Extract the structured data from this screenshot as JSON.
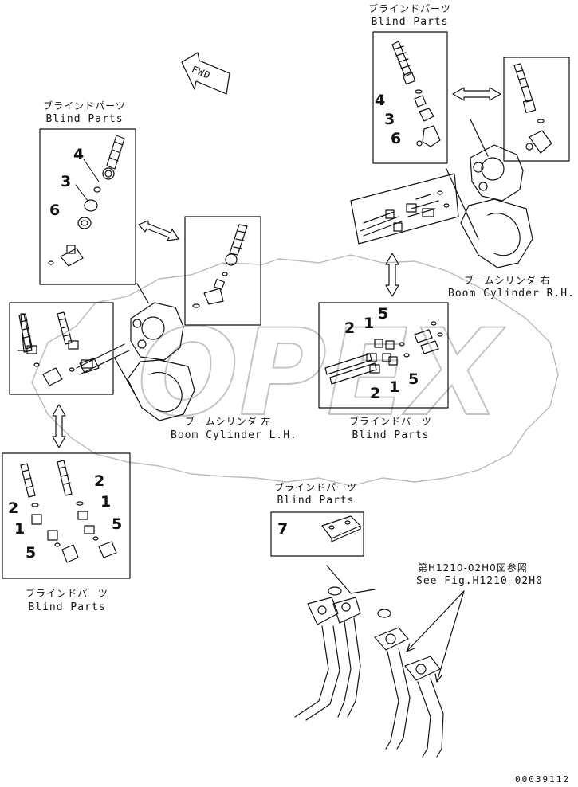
{
  "watermark": "OPEX",
  "direction_label": "FWD",
  "blind_parts_jp": "ブラインドパーツ",
  "blind_parts_en": "Blind Parts",
  "boom_right_jp": "ブームシリンダ 右",
  "boom_right_en": "Boom Cylinder R.H.",
  "boom_left_jp": "ブームシリンダ 左",
  "boom_left_en": "Boom Cylinder L.H.",
  "see_fig_jp": "第H1210-02H0図参照",
  "see_fig_en": "See Fig.H1210-02H0",
  "drawing_code": "00039112",
  "callouts": {
    "n1": "1",
    "n2": "2",
    "n3": "3",
    "n4": "4",
    "n5": "5",
    "n6": "6",
    "n7": "7"
  }
}
